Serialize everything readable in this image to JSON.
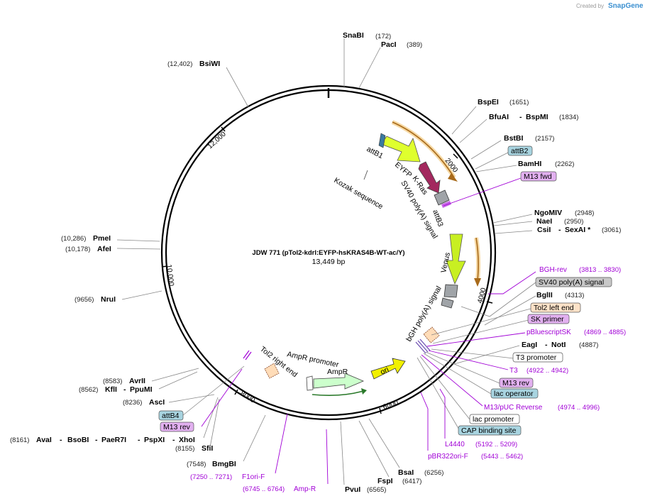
{
  "credit": {
    "prefix": "Created by",
    "brand": "SnapGene"
  },
  "plasmid": {
    "name": "JDW 771 (pTol2-kdrl:EYFP-hsKRAS4B-WT-ac/Y)",
    "length": "13,449 bp"
  },
  "ticks": [
    "2000",
    "4000",
    "6000",
    "8000",
    "10,000",
    "12,000"
  ],
  "sites": {
    "snabi": {
      "name": "SnaBI",
      "pos": "(172)"
    },
    "paci": {
      "name": "PacI",
      "pos": "(389)"
    },
    "bspei": {
      "name": "BspEI",
      "pos": "(1651)"
    },
    "bfuai": {
      "name": "BfuAI",
      "name2": "BspMI",
      "pos": "(1834)"
    },
    "bstbi": {
      "name": "BstBI",
      "pos": "(2157)"
    },
    "bamhi": {
      "name": "BamHI",
      "pos": "(2262)"
    },
    "ngomiv": {
      "name": "NgoMIV",
      "pos": "(2948)"
    },
    "naei": {
      "name": "NaeI",
      "pos": "(2950)"
    },
    "csii": {
      "name": "CsiI",
      "name2": "SexAI *",
      "pos": "(3061)"
    },
    "bglii": {
      "name": "BglII",
      "pos": "(4313)"
    },
    "eagi": {
      "name": "EagI",
      "name2": "NotI",
      "pos": "(4887)"
    },
    "bsai": {
      "name": "BsaI",
      "pos": "(6256)"
    },
    "fspi": {
      "name": "FspI",
      "pos": "(6417)"
    },
    "pvui": {
      "name": "PvuI",
      "pos": "(6565)"
    },
    "bmgbi": {
      "name": "BmgBI",
      "pos": "(7548)"
    },
    "sfii": {
      "name": "SfiI",
      "pos": "(8155)"
    },
    "avai": {
      "name": "AvaI",
      "name2": "BsoBI",
      "name3": "PaeR7I",
      "name4": "PspXI",
      "name5": "XhoI",
      "pos": "(8161)"
    },
    "asci": {
      "name": "AscI",
      "pos": "(8236)"
    },
    "kfli": {
      "name": "KflI",
      "name2": "PpuMI",
      "pos": "(8562)"
    },
    "avrii": {
      "name": "AvrII",
      "pos": "(8583)"
    },
    "nrui": {
      "name": "NruI",
      "pos": "(9656)"
    },
    "afei": {
      "name": "AfeI",
      "pos": "(10,178)"
    },
    "pmei": {
      "name": "PmeI",
      "pos": "(10,286)"
    },
    "bsiwi": {
      "name": "BsiWI",
      "pos": "(12,402)"
    }
  },
  "boxes": {
    "attb2": "attB2",
    "m13fwd": "M13 fwd",
    "sv40": "SV40 poly(A) signal",
    "tol2left": "Tol2 left end",
    "skprimer": "SK primer",
    "t3promoter": "T3 promoter",
    "m13rev": "M13 rev",
    "lacoperator": "lac operator",
    "lacpromoter": "lac promoter",
    "capsite": "CAP binding site",
    "attb4": "attB4",
    "m13rev2": "M13 rev"
  },
  "primers": {
    "bghrev": {
      "name": "BGH-rev",
      "pos": "(3813 .. 3830)"
    },
    "pbluescript": {
      "name": "pBluescriptSK",
      "pos": "(4869 .. 4885)"
    },
    "t3": {
      "name": "T3",
      "pos": "(4922 .. 4942)"
    },
    "m13puc": {
      "name": "M13/pUC Reverse",
      "pos": "(4974 .. 4996)"
    },
    "l4440": {
      "name": "L4440",
      "pos": "(5192 .. 5209)"
    },
    "pbr322": {
      "name": "pBR322ori-F",
      "pos": "(5443 .. 5462)"
    },
    "ampr": {
      "name": "Amp-R",
      "pos": "(6745 .. 6764)"
    },
    "f1ori": {
      "name": "F1ori-F",
      "pos": "(7250 .. 7271)"
    }
  },
  "features": {
    "attb1": "attB1",
    "eyfp": "EYFP",
    "kras": "K-Ras",
    "sv40in": "SV40 poly(A) signal",
    "attb3": "attB3",
    "kozak": "Kozak sequence",
    "venus": "Venus",
    "bgh": "bGH poly(A) signal",
    "ori": "ori",
    "ampr": "AmpR",
    "amprpromoter": "AmpR promoter",
    "tol2right": "Tol2 right end"
  },
  "colors": {
    "backbone": "#000000",
    "eyfp": "#dfff2e",
    "kras": "#a3285e",
    "venus": "#c8ef22",
    "ori": "#f1f000",
    "ampr": "#ccffcc",
    "polya": "#a0a4a8",
    "tol2": "#ffdcb8",
    "primer": "#a100d6",
    "orf": "#e0a13c",
    "boxgray": "#c8c8c8",
    "boxblue": "#a8d4e0",
    "boxpurple": "#e2b0f0",
    "boxpeach": "#fde2c8"
  }
}
